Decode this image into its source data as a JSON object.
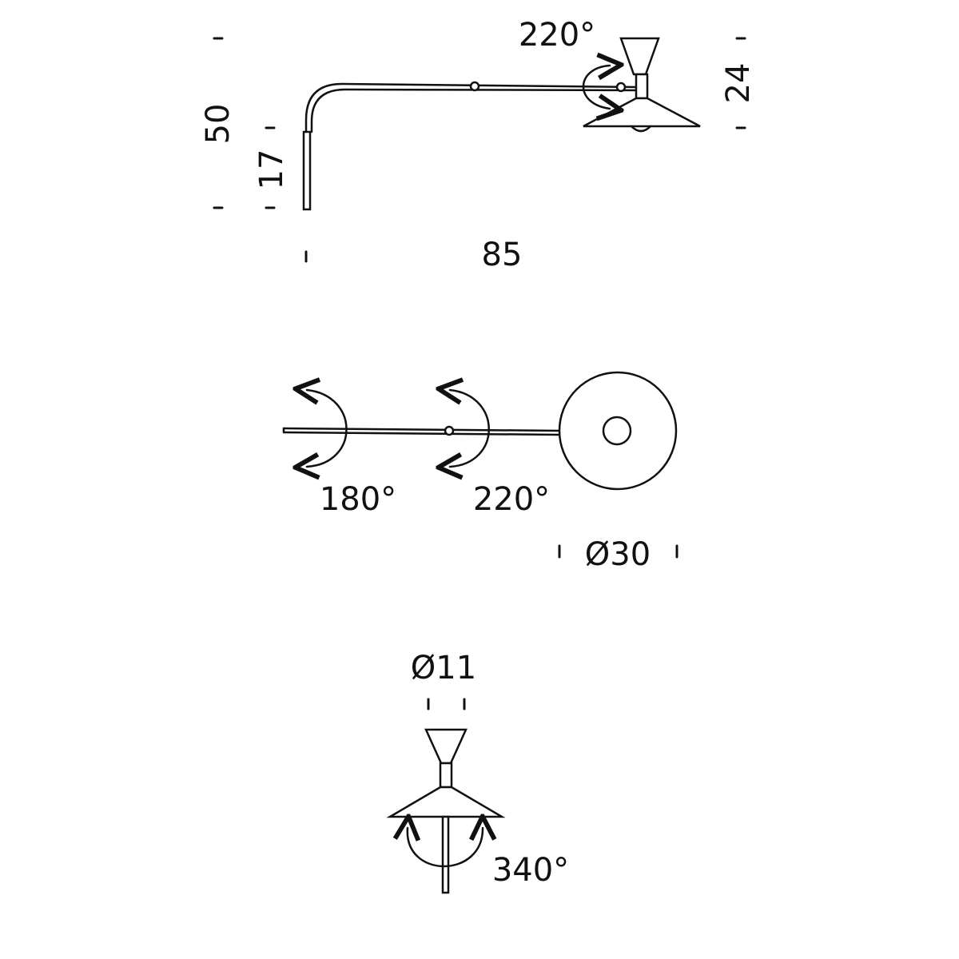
{
  "side_view": {
    "height_total": "50",
    "wall_plate_height": "17",
    "shade_height": "24",
    "projection": "85",
    "joint_rotation": "220°"
  },
  "top_view": {
    "wall_rotation": "180°",
    "joint_rotation": "220°",
    "shade_diameter": "Ø30"
  },
  "front_view": {
    "top_diameter": "Ø11",
    "shade_rotation": "340°"
  },
  "colors": {
    "ink": "#111111",
    "background": "#ffffff"
  }
}
